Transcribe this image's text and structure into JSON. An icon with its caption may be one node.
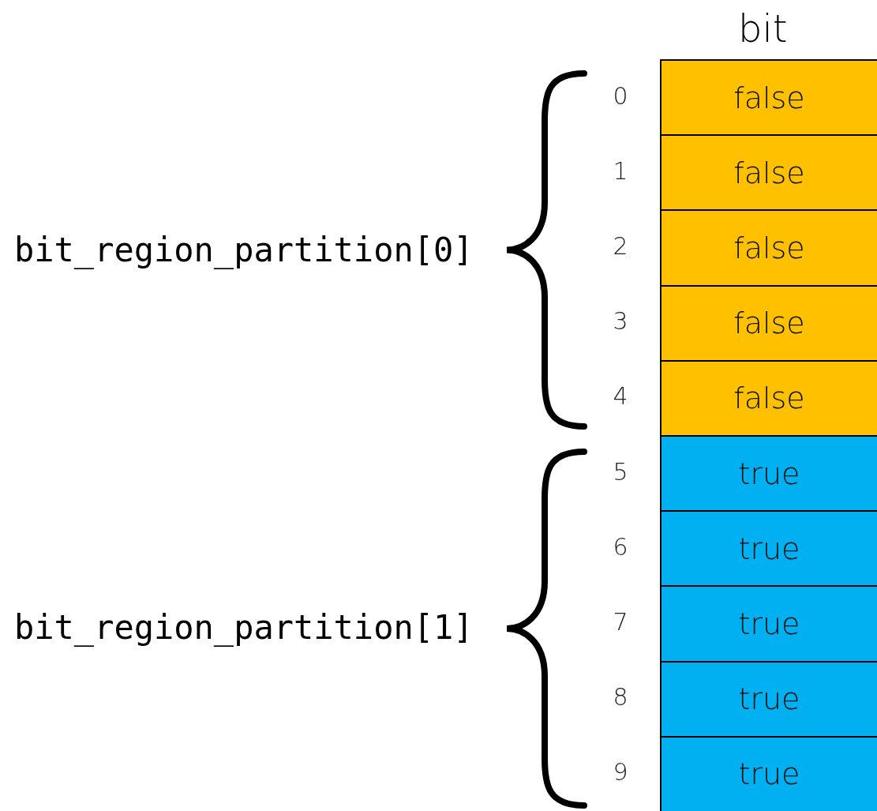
{
  "diagram": {
    "nodes": [
      {
        "text": [
          "false"
        ],
        "beside": [
          "0"
        ]
      },
      {
        "text": [
          "false"
        ],
        "beside": [
          "1"
        ]
      },
      {
        "text": [
          "false"
        ],
        "beside": [
          "2"
        ]
      },
      {
        "text": [
          "false"
        ],
        "beside": [
          "3"
        ]
      },
      {
        "text": [
          "false"
        ],
        "beside": [
          "4"
        ]
      },
      {
        "text": [
          "true"
        ],
        "beside": [
          "5"
        ]
      },
      {
        "text": [
          "true"
        ],
        "beside": [
          "6"
        ]
      },
      {
        "text": [
          "true"
        ],
        "beside": [
          "7"
        ]
      },
      {
        "text": [
          "true"
        ],
        "beside": [
          "8"
        ]
      },
      {
        "text": [
          "true"
        ],
        "beside": [
          "9"
        ]
      }
    ],
    "labels": [
      "bit",
      "bit_region_partition[0]",
      "bit_region_partition[1]"
    ]
  }
}
